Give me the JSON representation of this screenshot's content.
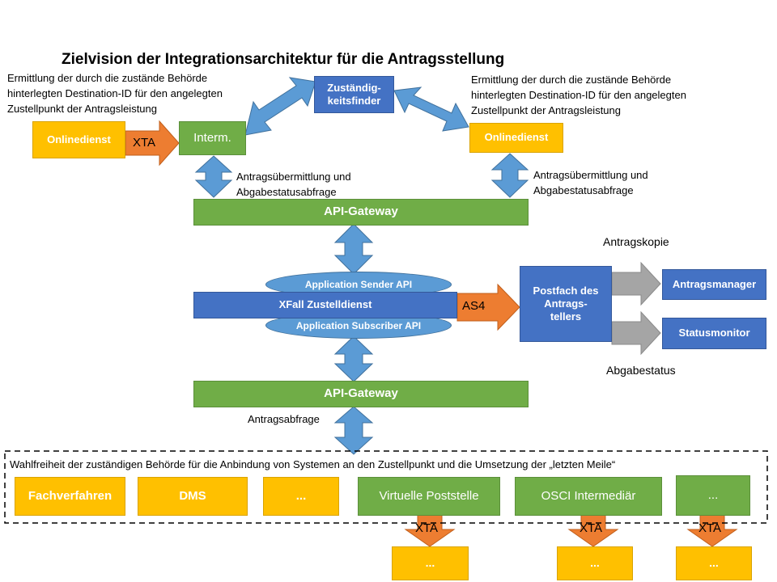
{
  "title": "Zielvision der Integrationsarchitektur für die Antragsstellung",
  "notes": {
    "left_ermittlung": [
      "Ermittlung der durch die zustände Behörde",
      "hinterlegten Destination-ID für den angelegten",
      "Zustellpunkt der Antragsleistung"
    ],
    "right_ermittlung": [
      "Ermittlung der durch die zustände Behörde",
      "hinterlegten Destination-ID für den angelegten",
      "Zustellpunkt der Antragsleistung"
    ],
    "left_antrag": [
      "Antragsübermittlung und",
      "Abgabestatusabfrage"
    ],
    "right_antrag": [
      "Antragsübermittlung und",
      "Abgabestatusabfrage"
    ],
    "antragskopie": "Antragskopie",
    "abgabestatus": "Abgabestatus",
    "antragsabfrage": "Antragsabfrage",
    "wahlfreiheit": "Wahlfreiheit  der zuständigen Behörde für die Anbindung von Systemen an den Zustellpunkt und die Umsetzung der „letzten Meile“"
  },
  "boxes": {
    "onlinedienst_left": "Onlinedienst",
    "interm": "Interm.",
    "zustaendigkeitsfinder": [
      "Zuständig-",
      "keitsfinder"
    ],
    "onlinedienst_right": "Onlinedienst",
    "api_gateway_top": "API-Gateway",
    "app_sender_api": "Application Sender API",
    "xfall": "XFall Zustelldienst",
    "app_subscriber_api": "Application Subscriber API",
    "postfach": [
      "Postfach des",
      "Antrags-",
      "tellers"
    ],
    "antragsmanager": "Antragsmanager",
    "statusmonitor": "Statusmonitor",
    "api_gateway_bottom": "API-Gateway"
  },
  "arrow_labels": {
    "xta_top": "XTA",
    "as4": "AS4",
    "xta_1": "XTA",
    "xta_2": "XTA",
    "xta_3": "XTA"
  },
  "systems": [
    {
      "label": "Fachverfahren",
      "color": "yellow"
    },
    {
      "label": "DMS",
      "color": "yellow"
    },
    {
      "label": "...",
      "color": "yellow"
    },
    {
      "label": "Virtuelle Poststelle",
      "color": "green"
    },
    {
      "label": "OSCI Intermediär",
      "color": "green"
    },
    {
      "label": "...",
      "color": "green"
    }
  ],
  "bottom_targets": [
    "...",
    "...",
    "..."
  ],
  "colors": {
    "green": "#70ad47",
    "yellow": "#ffc000",
    "blue_box": "#4472c4",
    "light_blue": "#5b9bd5",
    "orange_arrow": "#ed7d31",
    "gray_arrow": "#a5a5a5"
  }
}
